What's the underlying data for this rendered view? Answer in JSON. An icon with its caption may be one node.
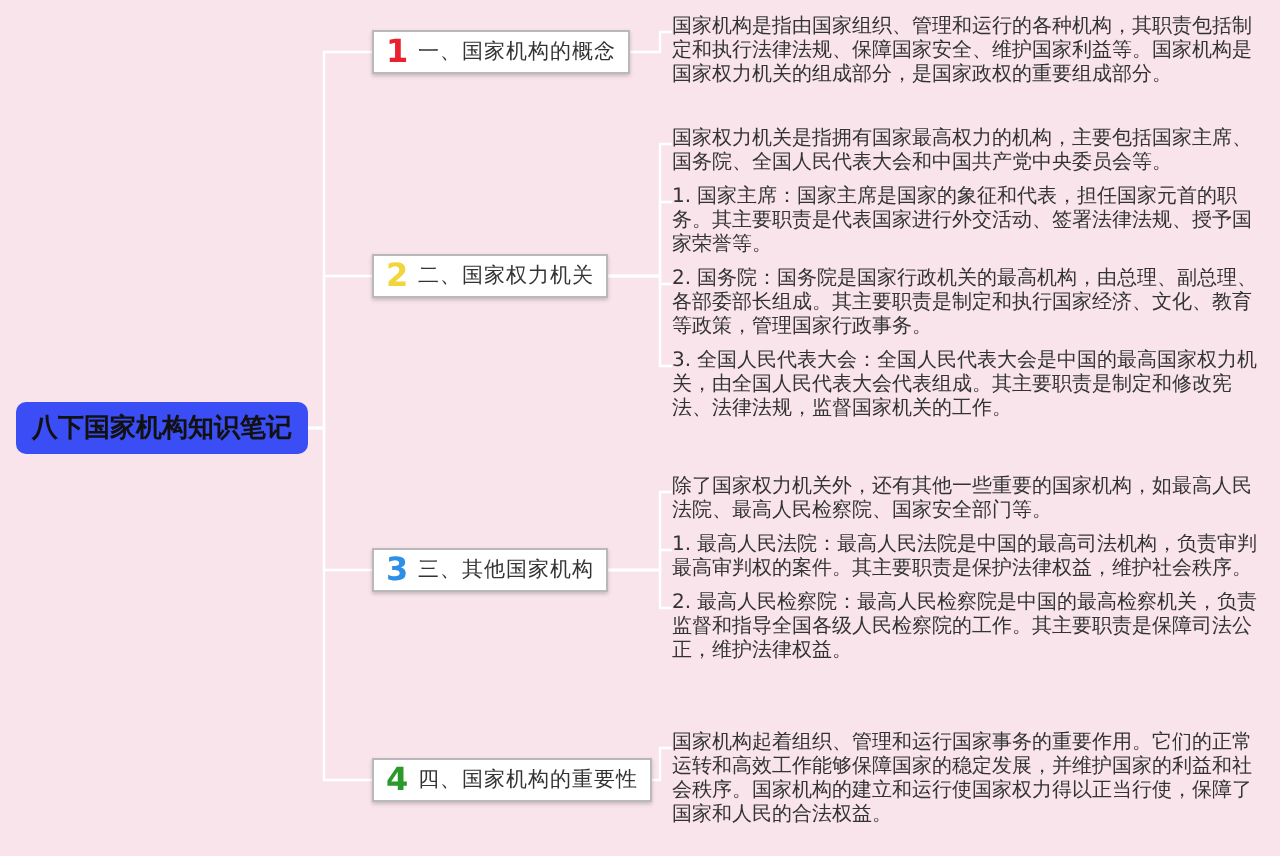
{
  "diagram": {
    "nodes": [
      {
        "text": [
          "八下国家机构知识笔记"
        ]
      },
      {
        "text": [
          "1",
          "一、国家机构的概念"
        ]
      },
      {
        "text": [
          "国家机构是指由国家组织、管理和运行的各种机构，其职责包括制定和执行法律法规、保障国家安全、维护国家利益等。国家机构是国家权力机关的组成部分，是国家政权的重要组成部分。"
        ]
      },
      {
        "text": [
          "2",
          "二、国家权力机关"
        ]
      },
      {
        "text": [
          "国家权力机关是指拥有国家最高权力的机构，主要包括国家主席、国务院、全国人民代表大会和中国共产党中央委员会等。"
        ]
      },
      {
        "text": [
          "1. 国家主席：国家主席是国家的象征和代表，担任国家元首的职务。其主要职责是代表国家进行外交活动、签署法律法规、授予国家荣誉等。"
        ]
      },
      {
        "text": [
          "2. 国务院：国务院是国家行政机关的最高机构，由总理、副总理、各部委部长组成。其主要职责是制定和执行国家经济、文化、教育等政策，管理国家行政事务。"
        ]
      },
      {
        "text": [
          "3. 全国人民代表大会：全国人民代表大会是中国的最高国家权力机关，由全国人民代表大会代表组成。其主要职责是制定和修改宪法、法律法规，监督国家机关的工作。"
        ]
      },
      {
        "text": [
          "3",
          "三、其他国家机构"
        ]
      },
      {
        "text": [
          "除了国家权力机关外，还有其他一些重要的国家机构，如最高人民法院、最高人民检察院、国家安全部门等。"
        ]
      },
      {
        "text": [
          "1. 最高人民法院：最高人民法院是中国的最高司法机构，负责审判最高审判权的案件。其主要职责是保护法律权益，维护社会秩序。"
        ]
      },
      {
        "text": [
          "2. 最高人民检察院：最高人民检察院是中国的最高检察机关，负责监督和指导全国各级人民检察院的工作。其主要职责是保障司法公正，维护法律权益。"
        ]
      },
      {
        "text": [
          "4",
          "四、国家机构的重要性"
        ]
      },
      {
        "text": [
          "国家机构起着组织、管理和运行国家事务的重要作用。它们的正常运转和高效工作能够保障国家的稳定发展，并维护国家的利益和社会秩序。国家机构的建立和运行使国家权力得以正当行使，保障了国家和人民的合法权益。"
        ]
      }
    ],
    "edges": [
      {
        "from": 0,
        "to": 1,
        "arrow": "none"
      },
      {
        "from": 0,
        "to": 3,
        "arrow": "none"
      },
      {
        "from": 0,
        "to": 8,
        "arrow": "none"
      },
      {
        "from": 0,
        "to": 12,
        "arrow": "none"
      },
      {
        "from": 1,
        "to": 2,
        "arrow": "none"
      },
      {
        "from": 3,
        "to": 4,
        "arrow": "none"
      },
      {
        "from": 3,
        "to": 5,
        "arrow": "none"
      },
      {
        "from": 3,
        "to": 6,
        "arrow": "none"
      },
      {
        "from": 3,
        "to": 7,
        "arrow": "none"
      },
      {
        "from": 8,
        "to": 9,
        "arrow": "none"
      },
      {
        "from": 8,
        "to": 10,
        "arrow": "none"
      },
      {
        "from": 8,
        "to": 11,
        "arrow": "none"
      },
      {
        "from": 12,
        "to": 13,
        "arrow": "none"
      }
    ]
  }
}
